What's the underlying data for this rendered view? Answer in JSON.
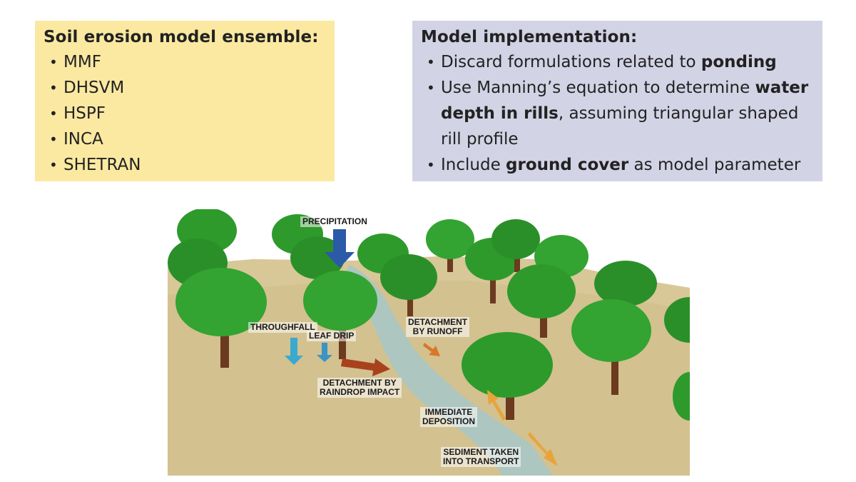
{
  "left_box": {
    "title": "Soil erosion model ensemble:",
    "items": [
      "MMF",
      "DHSVM",
      "HSPF",
      "INCA",
      "SHETRAN"
    ]
  },
  "right_box": {
    "title": "Model implementation:",
    "items": [
      {
        "pre": "Discard formulations related to ",
        "bold": "ponding",
        "post": ""
      },
      {
        "pre": "Use Manning’s equation to determine ",
        "bold": "water depth in rills",
        "post": ", assuming triangular shaped rill profile"
      },
      {
        "pre": "Include ",
        "bold": "ground cover",
        "post": " as model parameter"
      }
    ]
  },
  "diagram": {
    "labels": {
      "precipitation": "PRECIPITATION",
      "throughfall": "THROUGHFALL",
      "leaf_drip": "LEAF DRIP",
      "detachment_runoff_1": "DETACHMENT",
      "detachment_runoff_2": "BY RUNOFF",
      "detachment_raindrop_1": "DETACHMENT BY",
      "detachment_raindrop_2": "RAINDROP IMPACT",
      "immediate_deposition_1": "IMMEDIATE",
      "immediate_deposition_2": "DEPOSITION",
      "sediment_1": "SEDIMENT TAKEN",
      "sediment_2": "INTO TRANSPORT"
    },
    "colors": {
      "ground": "#d3c190",
      "rill": "#a9c6c4",
      "foliage": "#2e9a2c",
      "trunk": "#6b3a1f",
      "precipitation_arrow": "#2a5aa8",
      "throughfall_arrow": "#3aa9cf",
      "raindrop_arrow": "#a8421c",
      "runoff_arrow": "#d9772a",
      "transport_arrow": "#e8a43a"
    }
  }
}
